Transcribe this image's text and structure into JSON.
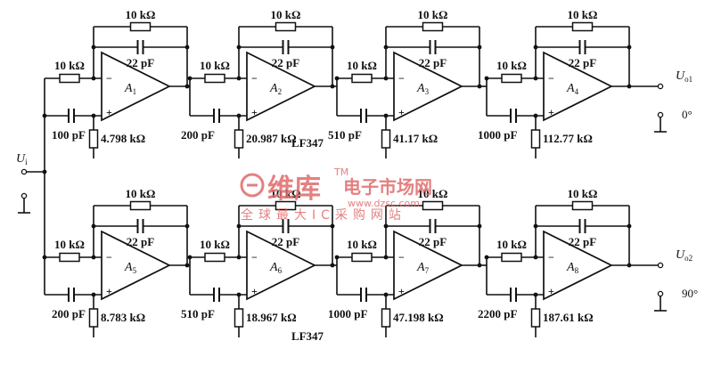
{
  "diagram": {
    "feedback_resistor": "10 kΩ",
    "input_resistor": "10 kΩ",
    "feedback_capacitor": "22 pF",
    "chip_label": "LF347",
    "input_label": "U",
    "input_sub": "i",
    "rows": [
      {
        "output_label": "U",
        "output_sub": "o1",
        "phase": "0°",
        "stages": [
          {
            "amp": "A",
            "amp_sub": "1",
            "cap": "100 pF",
            "res": "4.798 kΩ"
          },
          {
            "amp": "A",
            "amp_sub": "2",
            "cap": "200 pF",
            "res": "20.987 kΩ"
          },
          {
            "amp": "A",
            "amp_sub": "3",
            "cap": "510 pF",
            "res": "41.17 kΩ"
          },
          {
            "amp": "A",
            "amp_sub": "4",
            "cap": "1000 pF",
            "res": "112.77 kΩ"
          }
        ]
      },
      {
        "output_label": "U",
        "output_sub": "o2",
        "phase": "90°",
        "stages": [
          {
            "amp": "A",
            "amp_sub": "5",
            "cap": "200 pF",
            "res": "8.783 kΩ"
          },
          {
            "amp": "A",
            "amp_sub": "6",
            "cap": "510 pF",
            "res": "18.967 kΩ"
          },
          {
            "amp": "A",
            "amp_sub": "7",
            "cap": "1000 pF",
            "res": "47.198 kΩ"
          },
          {
            "amp": "A",
            "amp_sub": "8",
            "cap": "2200 pF",
            "res": "187.61 kΩ"
          }
        ]
      }
    ]
  },
  "watermark": {
    "brand": "维库",
    "site_cn": "电子市场网",
    "url": "www.dzsc.com",
    "slogan": "全球最大IC采购网站",
    "tm": "TM",
    "color": "#e06a6a"
  }
}
